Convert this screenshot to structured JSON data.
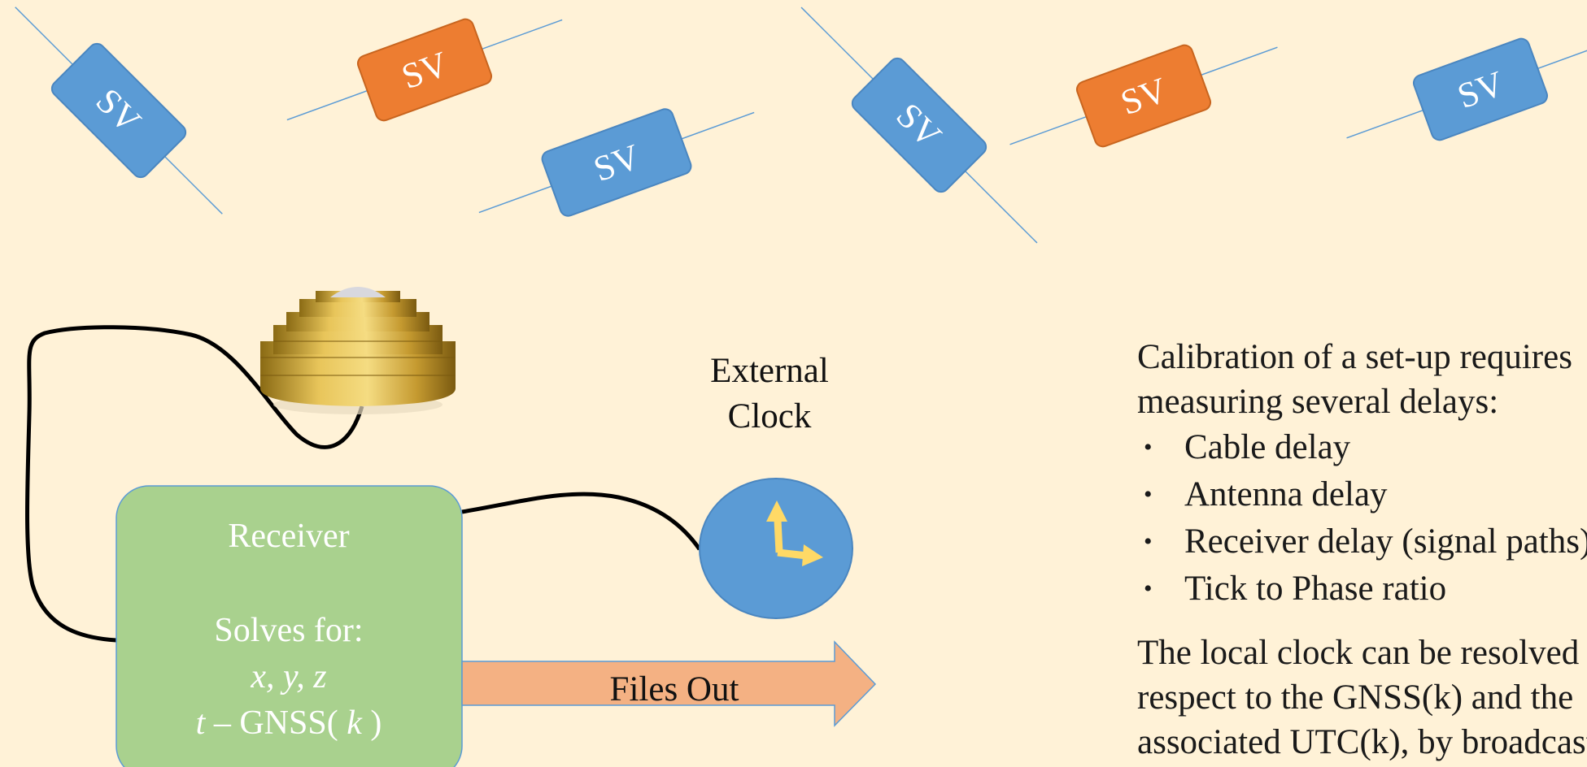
{
  "satellites": [
    {
      "label": "SV",
      "color": "#5b9bd5"
    },
    {
      "label": "SV",
      "color": "#ed7d31"
    },
    {
      "label": "SV",
      "color": "#5b9bd5"
    },
    {
      "label": "SV",
      "color": "#5b9bd5"
    },
    {
      "label": "SV",
      "color": "#ed7d31"
    },
    {
      "label": "SV",
      "color": "#5b9bd5"
    }
  ],
  "receiver": {
    "title": "Receiver",
    "solves_label": "Solves for:",
    "xyz": "x, y, z",
    "time_prefix": "t",
    "time_dash": " – ",
    "time_system": "GNSS( ",
    "time_k": "k",
    "time_close": " )"
  },
  "clock": {
    "label_line1": "External",
    "label_line2": "Clock"
  },
  "files_out": "Files Out",
  "text_panel": {
    "para1_line1": "Calibration of a set-up requires",
    "para1_line2": "measuring several delays:",
    "bullets": [
      "Cable delay",
      "Antenna delay",
      "Receiver delay (signal paths)",
      "Tick to Phase ratio"
    ],
    "para2_line1": "The local clock can be resolved with",
    "para2_line2": "respect to the GNSS(k) and the",
    "para2_line3": "associated UTC(k), by broadcast"
  },
  "colors": {
    "background": "#fff2d7",
    "sv_blue": "#5b9bd5",
    "sv_orange": "#ed7d31",
    "receiver_green": "#a9d18e",
    "arrow_orange": "#f4b183",
    "clock_hands": "#ffd966",
    "antenna_gold": "#c9a23a"
  }
}
